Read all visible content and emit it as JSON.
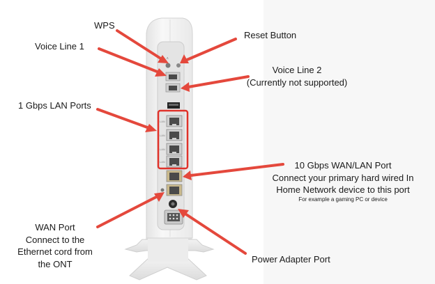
{
  "labels": {
    "wps": "WPS",
    "reset": "Reset Button",
    "voice1": "Voice Line 1",
    "voice2_line1": "Voice Line 2",
    "voice2_line2": "(Currently not supported)",
    "lan": "1 Gbps LAN Ports",
    "wanlan_title": "10 Gbps WAN/LAN Port",
    "wanlan_line2": "Connect your primary hard wired In",
    "wanlan_line3": "Home Network device to this port",
    "wanlan_note": "For example a gaming PC or device",
    "wan_title": "WAN Port",
    "wan_line2": "Connect to the",
    "wan_line3": "Ethernet cord from",
    "wan_line4": "the ONT",
    "power": "Power Adapter Port"
  },
  "colors": {
    "arrow": "#e4483c",
    "highlight": "#e0322a",
    "device_body": "#f1f1f1",
    "device_panel": "#d9d9d9",
    "port": "#4a4a4a"
  }
}
